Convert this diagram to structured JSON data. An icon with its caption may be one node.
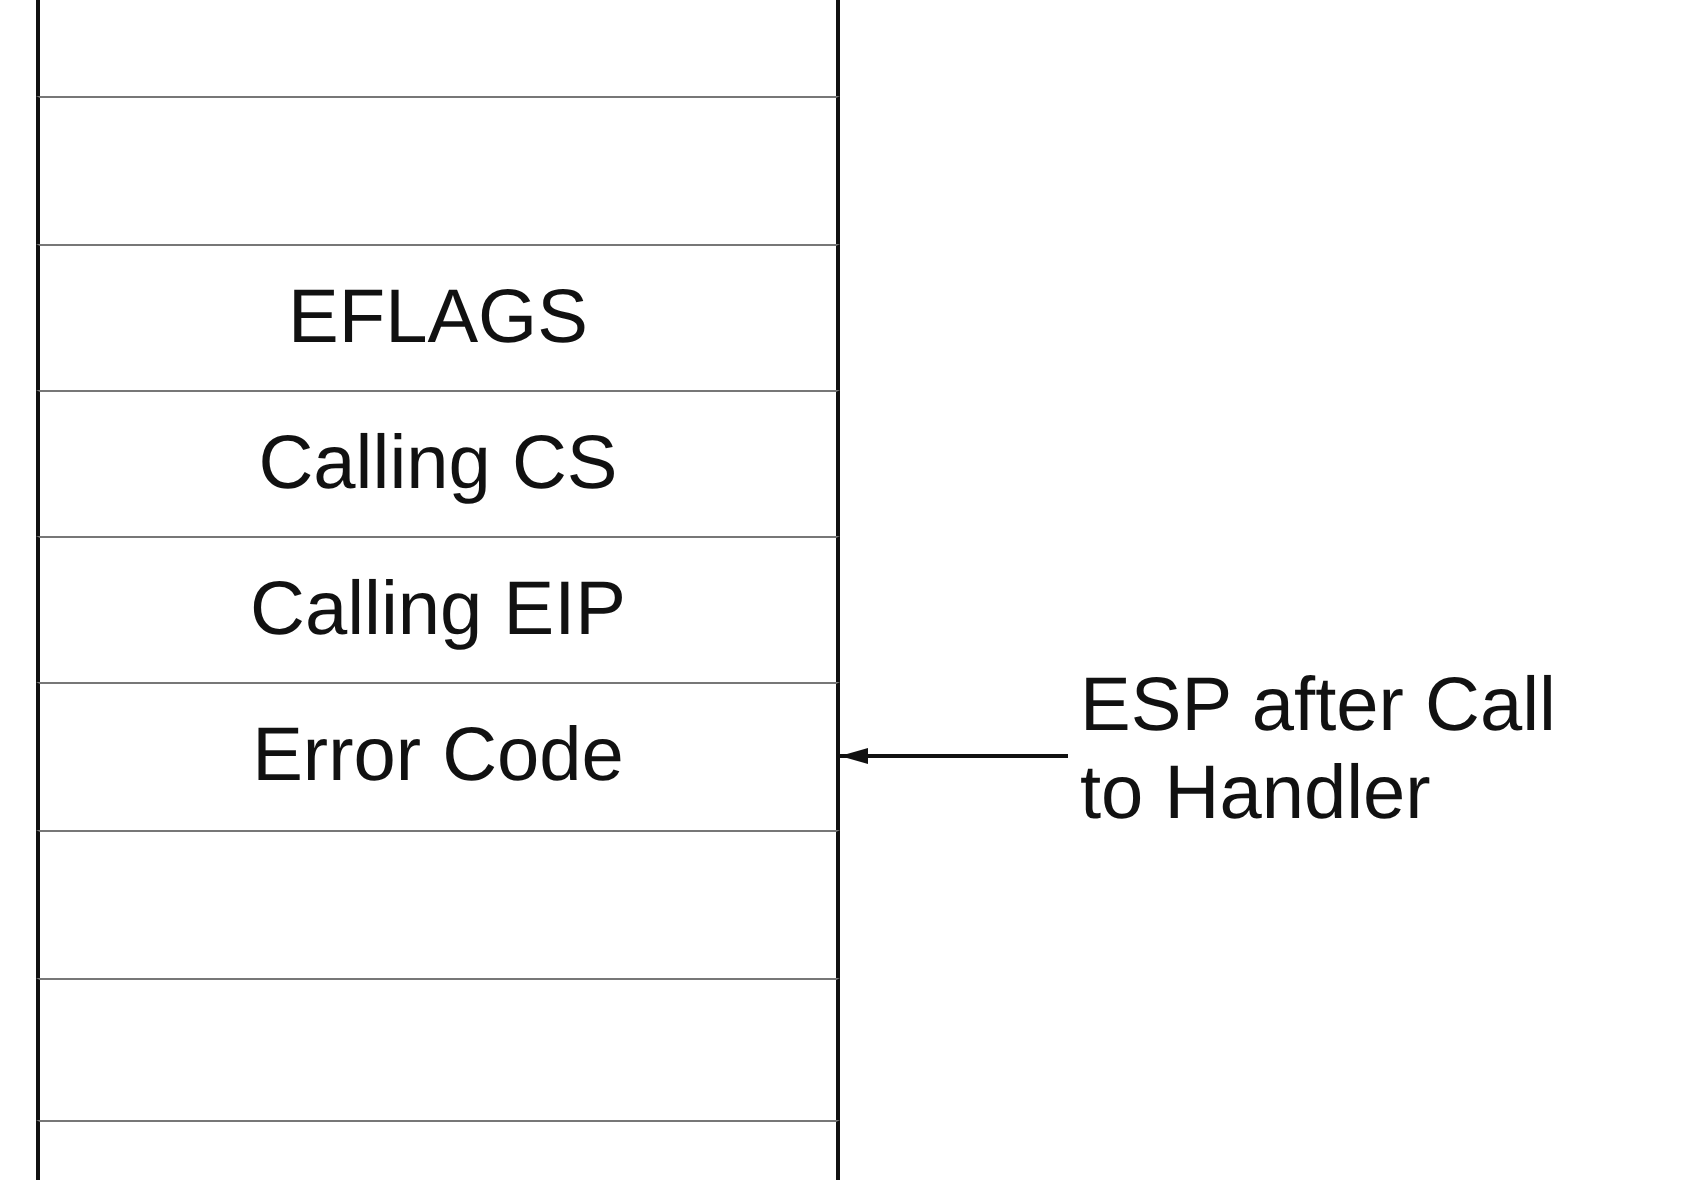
{
  "diagram": {
    "nodes": [
      {
        "text": [],
        "shape": "box"
      },
      {
        "text": [],
        "shape": "box"
      },
      {
        "text": [
          "EFLAGS"
        ]
      },
      {
        "text": [
          "Calling CS"
        ]
      },
      {
        "text": [
          "Calling EIP"
        ]
      },
      {
        "text": [
          "Error Code"
        ]
      },
      {
        "text": [],
        "shape": "box"
      },
      {
        "text": [],
        "shape": "box"
      },
      {
        "text": [],
        "shape": "box"
      },
      {
        "text": [
          "ESP after Call to Handler"
        ]
      }
    ],
    "edges": [
      {
        "from": 9,
        "to": 5,
        "arrow": "to"
      }
    ]
  }
}
